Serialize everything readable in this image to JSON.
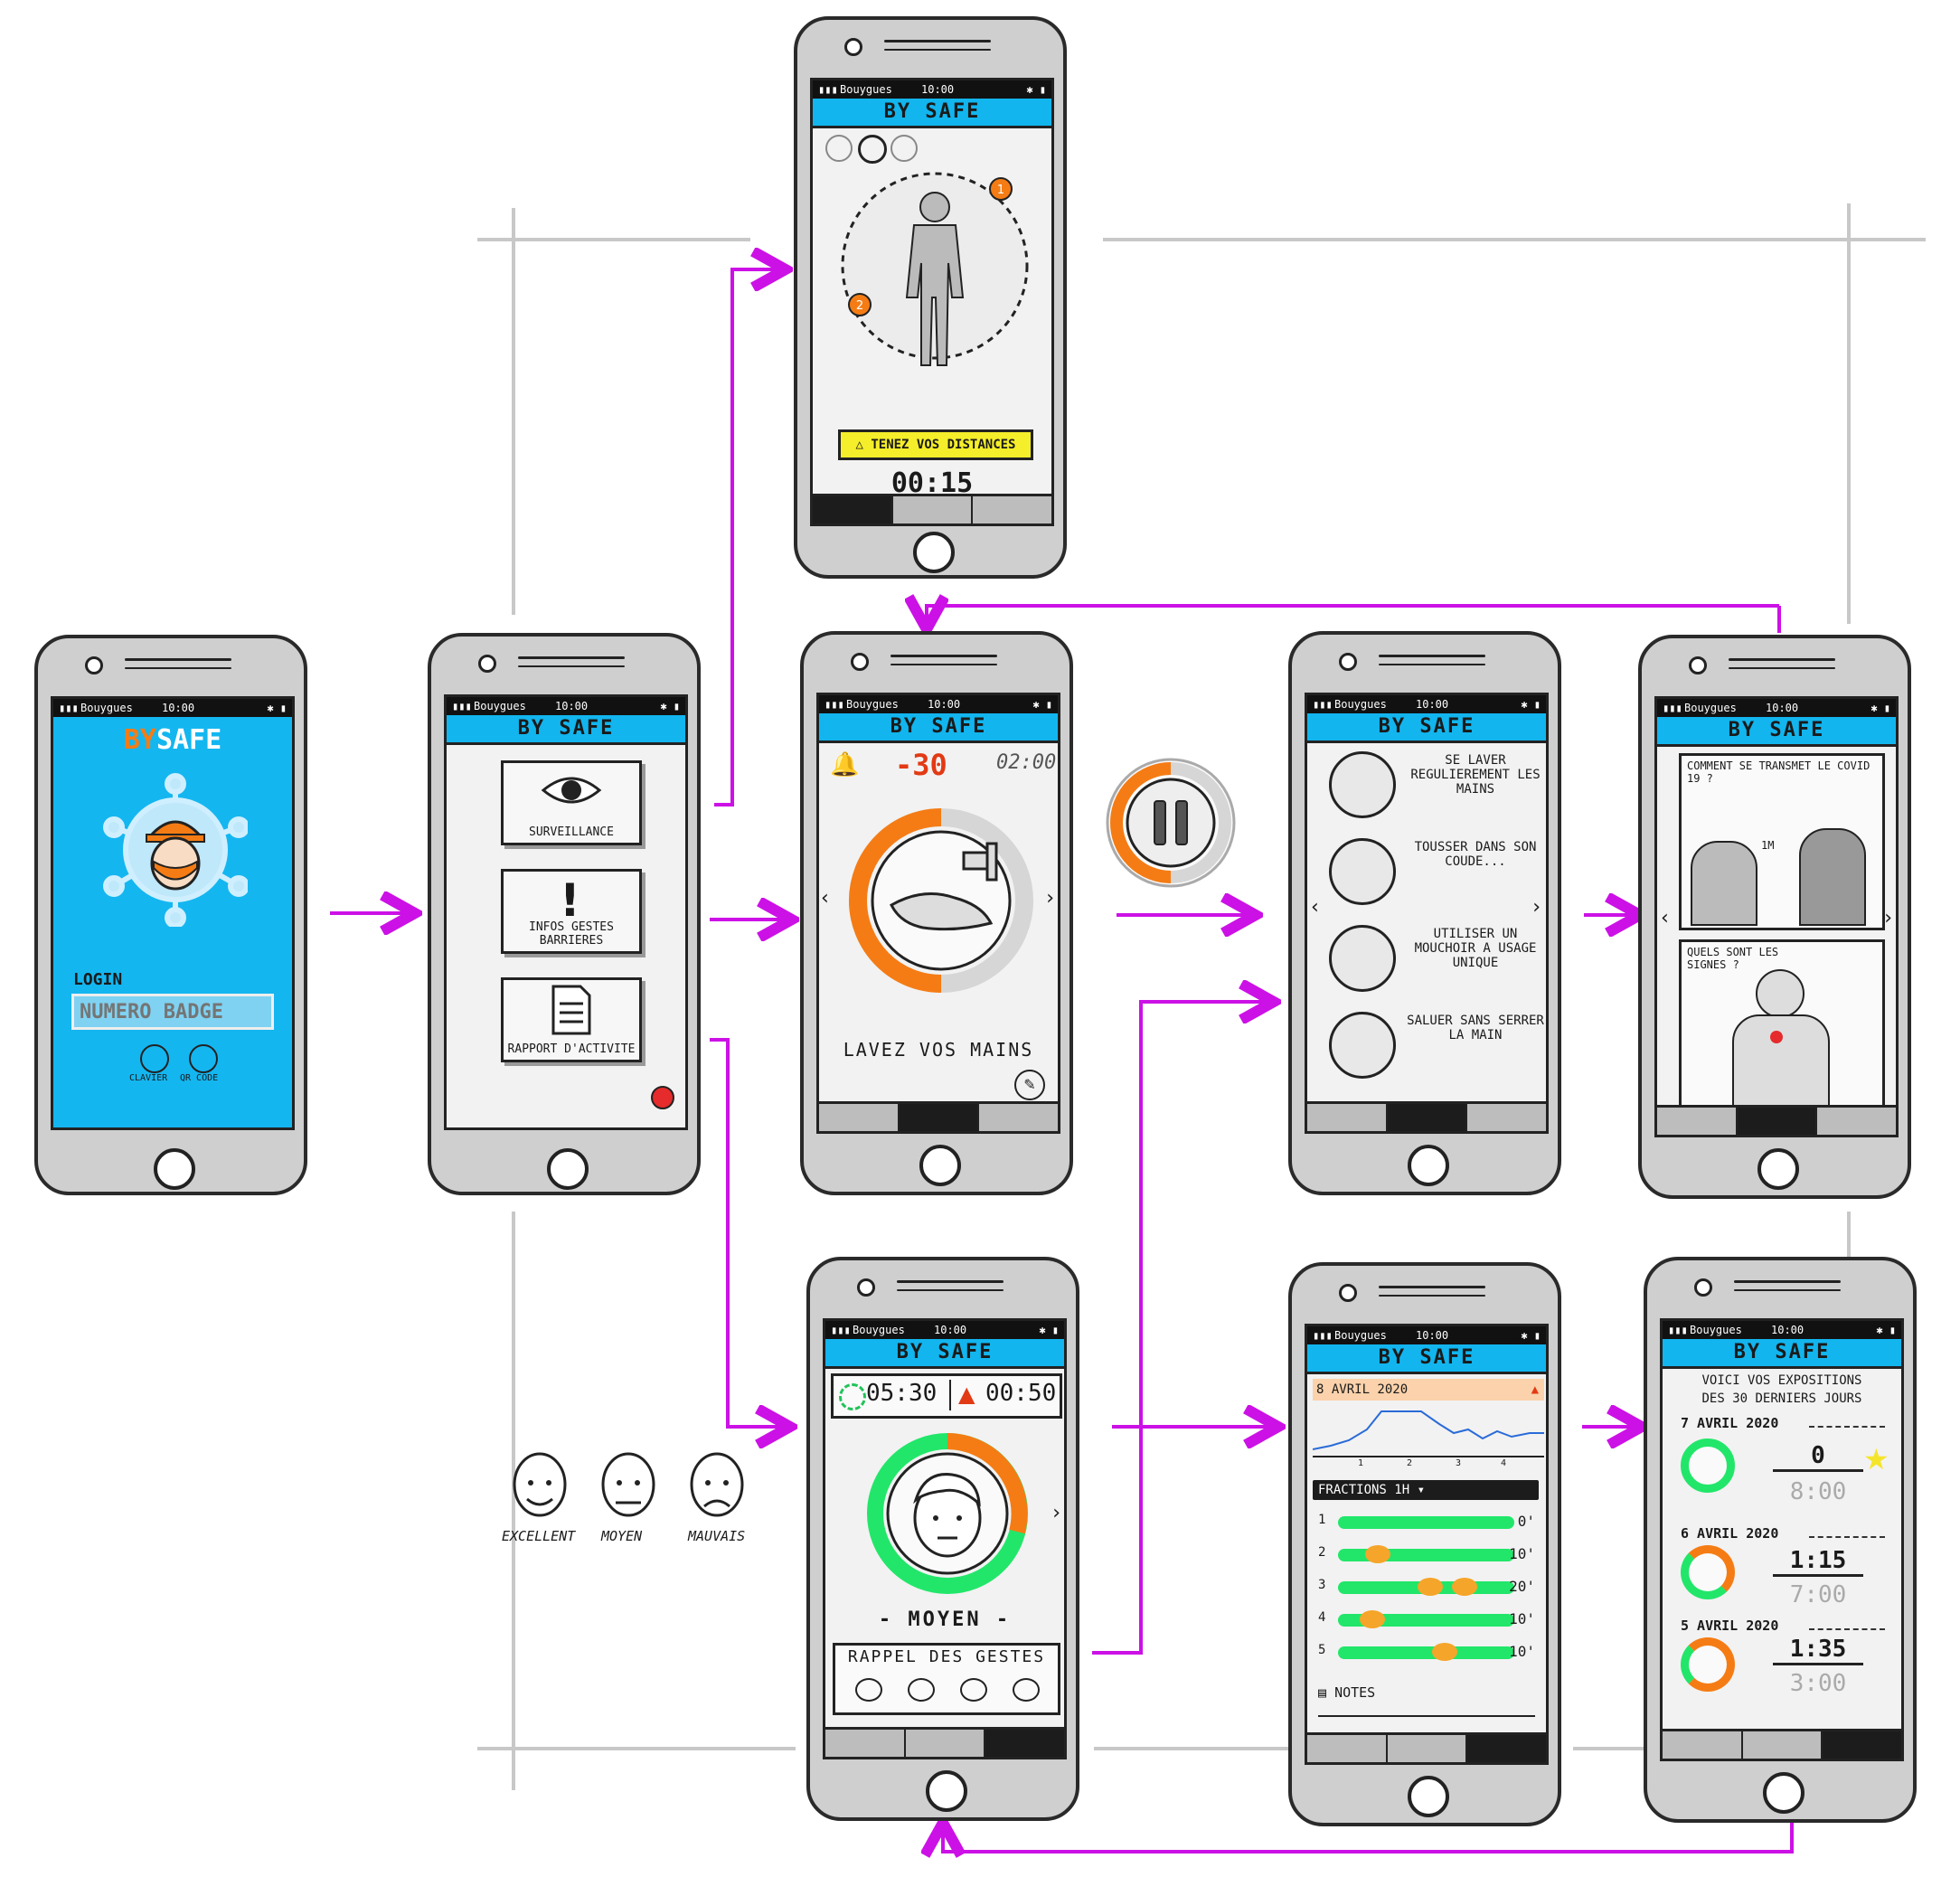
{
  "app_name": "BY SAFE",
  "status_bar": {
    "carrier": "Bouygues",
    "time": "10:00"
  },
  "login": {
    "logo_by": "BY",
    "logo_safe": "SAFE",
    "login_label": "LOGIN",
    "badge_placeholder": "NUMERO BADGE",
    "clavier_label": "CLAVIER",
    "qr_label": "QR CODE"
  },
  "menu": {
    "items": [
      {
        "label": "SURVEILLANCE"
      },
      {
        "label": "INFOS GESTES BARRIERES"
      },
      {
        "label": "RAPPORT D'ACTIVITE"
      }
    ]
  },
  "distance": {
    "warning": "TENEZ VOS DISTANCES",
    "timer": "00:15",
    "marker_1": "1",
    "marker_2": "2"
  },
  "hands": {
    "countdown": "-30",
    "time": "02:00",
    "caption": "LAVEZ VOS MAINS"
  },
  "tips": {
    "items": [
      {
        "text": "SE LAVER REGULIEREMENT LES MAINS"
      },
      {
        "text": "TOUSSER DANS SON COUDE..."
      },
      {
        "text": "UTILISER UN MOUCHOIR A USAGE UNIQUE"
      },
      {
        "text": "SALUER SANS SERRER LA MAIN"
      }
    ]
  },
  "info": {
    "q1": "COMMENT SE TRANSMET LE COVID 19 ?",
    "distance": "1M",
    "q2": "QUELS SONT LES SIGNES ?"
  },
  "mood": {
    "elapsed": "05:30",
    "alert": "00:50",
    "status": "- MOYEN -",
    "reminder": "RAPPEL DES GESTES"
  },
  "faces": {
    "labels": [
      "EXCELLENT",
      "MOYEN",
      "MAUVAIS"
    ]
  },
  "report": {
    "date": "8 AVRIL 2020",
    "x_ticks": [
      "1",
      "2",
      "3",
      "4"
    ],
    "fractions_label": "FRACTIONS 1H",
    "rows": [
      {
        "n": "1",
        "v": "0'"
      },
      {
        "n": "2",
        "v": "10'"
      },
      {
        "n": "3",
        "v": "20'"
      },
      {
        "n": "4",
        "v": "10'"
      },
      {
        "n": "5",
        "v": "10'"
      }
    ],
    "notes": "NOTES"
  },
  "exposure": {
    "title_1": "VOICI VOS EXPOSITIONS",
    "title_2": "DES 30 DERNIERS JOURS",
    "days": [
      {
        "date": "7 AVRIL 2020",
        "value": "0",
        "limit": "8:00"
      },
      {
        "date": "6 AVRIL 2020",
        "value": "1:15",
        "limit": "7:00"
      },
      {
        "date": "5 AVRIL 2020",
        "value": "1:35",
        "limit": "3:00"
      }
    ]
  },
  "colors": {
    "brand_blue": "#12b5ee",
    "flow_arrow": "#cc11e6",
    "orange": "#f57c14",
    "green": "#22e66a",
    "warning_yellow": "#f5ee2a"
  }
}
